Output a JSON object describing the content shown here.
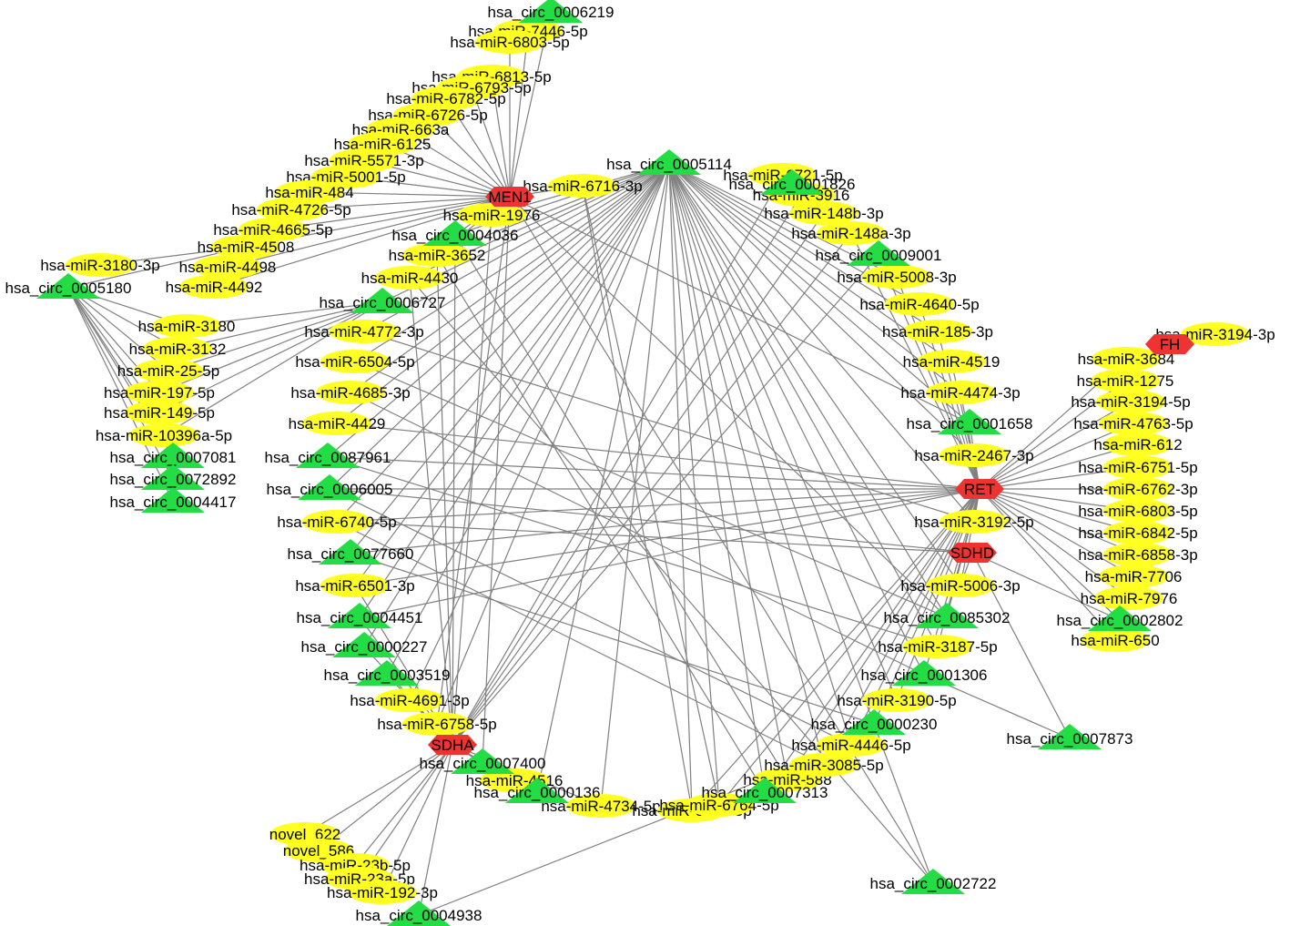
{
  "colors": {
    "gene": "#ee3333",
    "mirna": "#ffff22",
    "circ": "#22dd44",
    "edge": "#808080"
  },
  "legend_types": {
    "gene": "hexagon",
    "mirna": "ellipse",
    "circ": "triangle"
  },
  "nodes": [
    {
      "id": "MEN1",
      "type": "gene",
      "label": "MEN1"
    },
    {
      "id": "RET",
      "type": "gene",
      "label": "RET"
    },
    {
      "id": "SDHD",
      "type": "gene",
      "label": "SDHD"
    },
    {
      "id": "SDHA",
      "type": "gene",
      "label": "SDHA"
    },
    {
      "id": "FH",
      "type": "gene",
      "label": "FH"
    },
    {
      "id": "c6219",
      "type": "circ",
      "label": "hsa_circ_0006219"
    },
    {
      "id": "m7446",
      "type": "mirna",
      "label": "hsa-miR-7446-5p"
    },
    {
      "id": "m6803b",
      "type": "mirna",
      "label": "hsa-miR-6803-5p"
    },
    {
      "id": "m6813",
      "type": "mirna",
      "label": "hsa-miR-6813-5p"
    },
    {
      "id": "m6793",
      "type": "mirna",
      "label": "hsa-miR-6793-5p"
    },
    {
      "id": "m6782",
      "type": "mirna",
      "label": "hsa-miR-6782-5p"
    },
    {
      "id": "m6726",
      "type": "mirna",
      "label": "hsa-miR-6726-5p"
    },
    {
      "id": "m663a",
      "type": "mirna",
      "label": "hsa-miR-663a"
    },
    {
      "id": "m6125",
      "type": "mirna",
      "label": "hsa-miR-6125"
    },
    {
      "id": "m5571",
      "type": "mirna",
      "label": "hsa-miR-5571-3p"
    },
    {
      "id": "m5001",
      "type": "mirna",
      "label": "hsa-miR-5001-5p"
    },
    {
      "id": "m484",
      "type": "mirna",
      "label": "hsa-miR-484"
    },
    {
      "id": "m4726",
      "type": "mirna",
      "label": "hsa-miR-4726-5p"
    },
    {
      "id": "m4665",
      "type": "mirna",
      "label": "hsa-miR-4665-5p"
    },
    {
      "id": "m4508",
      "type": "mirna",
      "label": "hsa-miR-4508"
    },
    {
      "id": "m4498",
      "type": "mirna",
      "label": "hsa-miR-4498"
    },
    {
      "id": "m4492",
      "type": "mirna",
      "label": "hsa-miR-4492"
    },
    {
      "id": "m3180_3p",
      "type": "mirna",
      "label": "hsa-miR-3180-3p"
    },
    {
      "id": "c5180",
      "type": "circ",
      "label": "hsa_circ_0005180"
    },
    {
      "id": "m3180",
      "type": "mirna",
      "label": "hsa-miR-3180"
    },
    {
      "id": "m3132",
      "type": "mirna",
      "label": "hsa-miR-3132"
    },
    {
      "id": "m25",
      "type": "mirna",
      "label": "hsa-miR-25-5p"
    },
    {
      "id": "m197",
      "type": "mirna",
      "label": "hsa-miR-197-5p"
    },
    {
      "id": "m149",
      "type": "mirna",
      "label": "hsa-miR-149-5p"
    },
    {
      "id": "m10396",
      "type": "mirna",
      "label": "hsa-miR-10396a-5p"
    },
    {
      "id": "c7081",
      "type": "circ",
      "label": "hsa_circ_0007081"
    },
    {
      "id": "c72892",
      "type": "circ",
      "label": "hsa_circ_0072892"
    },
    {
      "id": "c4417",
      "type": "circ",
      "label": "hsa_circ_0004417"
    },
    {
      "id": "m6721",
      "type": "mirna",
      "label": "hsa-miR-6721-5p"
    },
    {
      "id": "m6716",
      "type": "mirna",
      "label": "hsa-miR-6716-3p"
    },
    {
      "id": "c5114",
      "type": "circ",
      "label": "hsa_circ_0005114"
    },
    {
      "id": "c1826",
      "type": "circ",
      "label": "hsa_circ_0001826"
    },
    {
      "id": "m1976",
      "type": "mirna",
      "label": "hsa-miR-1976"
    },
    {
      "id": "c4036",
      "type": "circ",
      "label": "hsa_circ_0004036"
    },
    {
      "id": "m3652",
      "type": "mirna",
      "label": "hsa-miR-3652"
    },
    {
      "id": "m4430",
      "type": "mirna",
      "label": "hsa-miR-4430"
    },
    {
      "id": "c6727",
      "type": "circ",
      "label": "hsa_circ_0006727"
    },
    {
      "id": "m4772",
      "type": "mirna",
      "label": "hsa-miR-4772-3p"
    },
    {
      "id": "m6504",
      "type": "mirna",
      "label": "hsa-miR-6504-5p"
    },
    {
      "id": "m4685",
      "type": "mirna",
      "label": "hsa-miR-4685-3p"
    },
    {
      "id": "m4429",
      "type": "mirna",
      "label": "hsa-miR-4429"
    },
    {
      "id": "c87961",
      "type": "circ",
      "label": "hsa_circ_0087961"
    },
    {
      "id": "c6005",
      "type": "circ",
      "label": "hsa_circ_0006005"
    },
    {
      "id": "m6740",
      "type": "mirna",
      "label": "hsa-miR-6740-5p"
    },
    {
      "id": "c77660",
      "type": "circ",
      "label": "hsa_circ_0077660"
    },
    {
      "id": "m6501",
      "type": "mirna",
      "label": "hsa-miR-6501-3p"
    },
    {
      "id": "c4451",
      "type": "circ",
      "label": "hsa_circ_0004451"
    },
    {
      "id": "c227",
      "type": "circ",
      "label": "hsa_circ_0000227"
    },
    {
      "id": "c3519",
      "type": "circ",
      "label": "hsa_circ_0003519"
    },
    {
      "id": "m4691",
      "type": "mirna",
      "label": "hsa-miR-4691-3p"
    },
    {
      "id": "m6758",
      "type": "mirna",
      "label": "hsa-miR-6758-5p"
    },
    {
      "id": "c7400",
      "type": "circ",
      "label": "hsa_circ_0007400"
    },
    {
      "id": "m4516",
      "type": "mirna",
      "label": "hsa-miR-4516"
    },
    {
      "id": "c136",
      "type": "circ",
      "label": "hsa_circ_0000136"
    },
    {
      "id": "m4734",
      "type": "mirna",
      "label": "hsa-miR-4734-5p"
    },
    {
      "id": "m6850",
      "type": "mirna",
      "label": "hsa-miR-6850-5p"
    },
    {
      "id": "m6764",
      "type": "mirna",
      "label": "hsa-miR-6764-5p"
    },
    {
      "id": "c7313",
      "type": "circ",
      "label": "hsa_circ_0007313"
    },
    {
      "id": "m588",
      "type": "mirna",
      "label": "hsa-miR-588"
    },
    {
      "id": "m3085",
      "type": "mirna",
      "label": "hsa-miR-3085-5p"
    },
    {
      "id": "m4446",
      "type": "mirna",
      "label": "hsa-miR-4446-5p"
    },
    {
      "id": "c230",
      "type": "circ",
      "label": "hsa_circ_0000230"
    },
    {
      "id": "m3190",
      "type": "mirna",
      "label": "hsa-miR-3190-5p"
    },
    {
      "id": "c1306",
      "type": "circ",
      "label": "hsa_circ_0001306"
    },
    {
      "id": "m3187",
      "type": "mirna",
      "label": "hsa-miR-3187-5p"
    },
    {
      "id": "c85302",
      "type": "circ",
      "label": "hsa_circ_0085302"
    },
    {
      "id": "m5006",
      "type": "mirna",
      "label": "hsa-miR-5006-3p"
    },
    {
      "id": "m3192",
      "type": "mirna",
      "label": "hsa-miR-3192-5p"
    },
    {
      "id": "m2467",
      "type": "mirna",
      "label": "hsa-miR-2467-3p"
    },
    {
      "id": "c1658",
      "type": "circ",
      "label": "hsa_circ_0001658"
    },
    {
      "id": "m4474",
      "type": "mirna",
      "label": "hsa-miR-4474-3p"
    },
    {
      "id": "m4519",
      "type": "mirna",
      "label": "hsa-miR-4519"
    },
    {
      "id": "m185",
      "type": "mirna",
      "label": "hsa-miR-185-3p"
    },
    {
      "id": "m4640",
      "type": "mirna",
      "label": "hsa-miR-4640-5p"
    },
    {
      "id": "m5008",
      "type": "mirna",
      "label": "hsa-miR-5008-3p"
    },
    {
      "id": "c9001",
      "type": "circ",
      "label": "hsa_circ_0009001"
    },
    {
      "id": "m148a",
      "type": "mirna",
      "label": "hsa-miR-148a-3p"
    },
    {
      "id": "m148b",
      "type": "mirna",
      "label": "hsa-miR-148b-3p"
    },
    {
      "id": "m3916",
      "type": "mirna",
      "label": "hsa-miR-3916"
    },
    {
      "id": "m3194_3p",
      "type": "mirna",
      "label": "hsa-miR-3194-3p"
    },
    {
      "id": "m3684",
      "type": "mirna",
      "label": "hsa-miR-3684"
    },
    {
      "id": "m1275",
      "type": "mirna",
      "label": "hsa-miR-1275"
    },
    {
      "id": "m3194_5p",
      "type": "mirna",
      "label": "hsa-miR-3194-5p"
    },
    {
      "id": "m4763",
      "type": "mirna",
      "label": "hsa-miR-4763-5p"
    },
    {
      "id": "m612",
      "type": "mirna",
      "label": "hsa-miR-612"
    },
    {
      "id": "m6751",
      "type": "mirna",
      "label": "hsa-miR-6751-5p"
    },
    {
      "id": "m6762",
      "type": "mirna",
      "label": "hsa-miR-6762-3p"
    },
    {
      "id": "m6803",
      "type": "mirna",
      "label": "hsa-miR-6803-5p"
    },
    {
      "id": "m6842",
      "type": "mirna",
      "label": "hsa-miR-6842-5p"
    },
    {
      "id": "m6858",
      "type": "mirna",
      "label": "hsa-miR-6858-3p"
    },
    {
      "id": "m7706",
      "type": "mirna",
      "label": "hsa-miR-7706"
    },
    {
      "id": "m7976",
      "type": "mirna",
      "label": "hsa-miR-7976"
    },
    {
      "id": "c2802",
      "type": "circ",
      "label": "hsa_circ_0002802"
    },
    {
      "id": "m650",
      "type": "mirna",
      "label": "hsa-miR-650"
    },
    {
      "id": "c7873",
      "type": "circ",
      "label": "hsa_circ_0007873"
    },
    {
      "id": "c2722",
      "type": "circ",
      "label": "hsa_circ_0002722"
    },
    {
      "id": "n622",
      "type": "mirna",
      "label": "novel_622"
    },
    {
      "id": "n586",
      "type": "mirna",
      "label": "novel_586"
    },
    {
      "id": "m23b",
      "type": "mirna",
      "label": "hsa-miR-23b-5p"
    },
    {
      "id": "m23a",
      "type": "mirna",
      "label": "hsa-miR-23a-5p"
    },
    {
      "id": "m192",
      "type": "mirna",
      "label": "hsa-miR-192-3p"
    },
    {
      "id": "c4938",
      "type": "circ",
      "label": "hsa_circ_0004938"
    }
  ]
}
